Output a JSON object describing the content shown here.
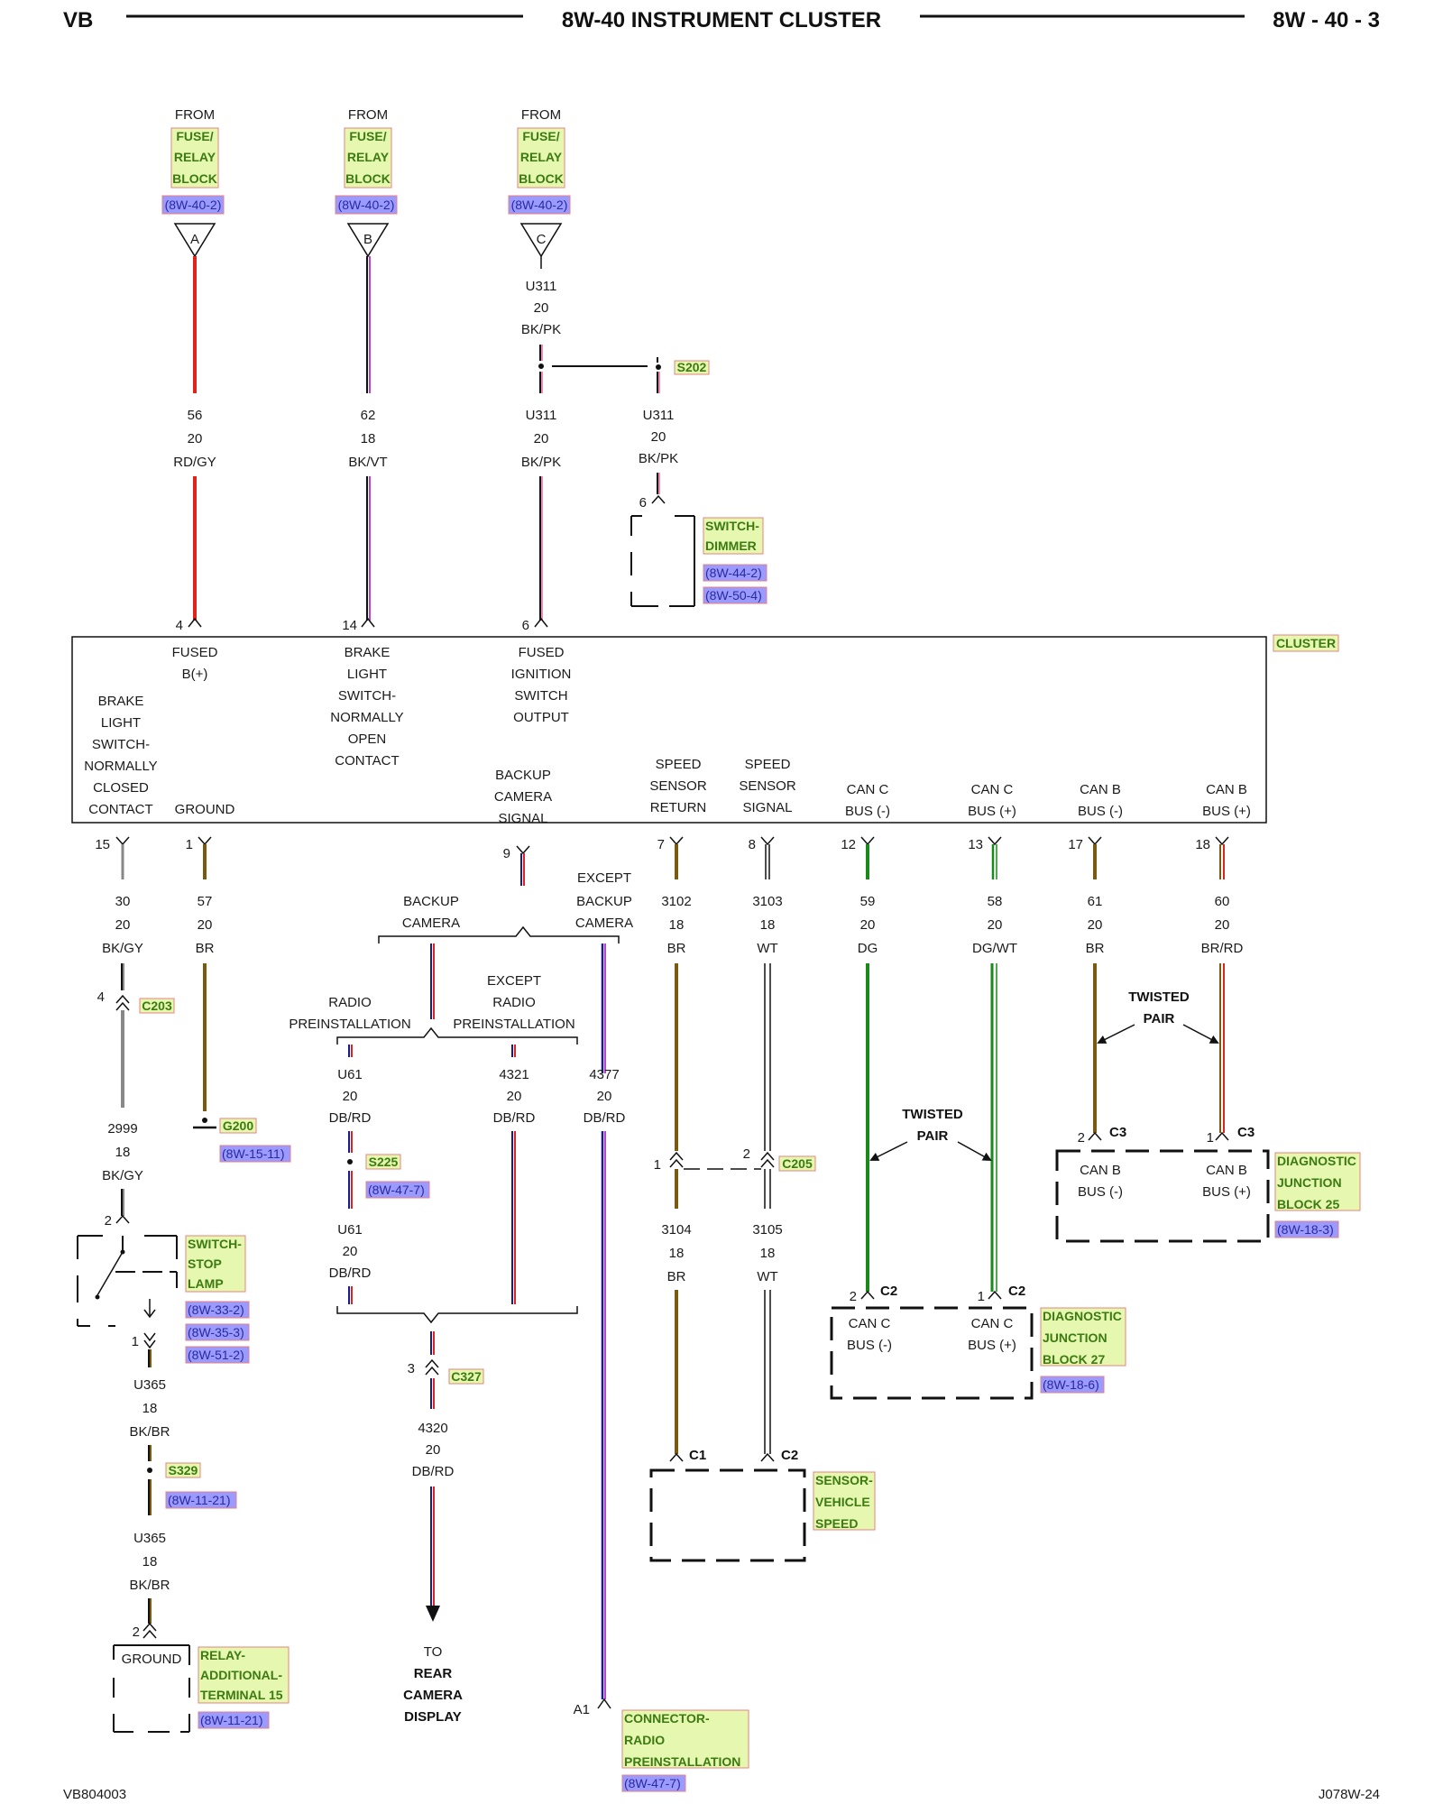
{
  "header": {
    "left": "VB",
    "title": "8W-40 INSTRUMENT CLUSTER",
    "right": "8W - 40 - 3"
  },
  "footer": {
    "left": "VB804003",
    "right": "J078W-24"
  },
  "colors": {
    "red": "#e2231a",
    "violet": "#c040d0",
    "pink": "#f08ab0",
    "black": "#111111",
    "gray": "#8c8c8c",
    "brown": "#7a5a10",
    "green": "#1a8a1a",
    "darkblue": "#1a1a8a",
    "highlight_green": "#e6f7b0",
    "highlight_blue": "#9a9aff",
    "highlight_border": "#e88080"
  },
  "sources": [
    {
      "from": "FROM",
      "name_lines": [
        "FUSE/",
        "RELAY",
        "BLOCK"
      ],
      "ref": "(8W-40-2)",
      "letter": "A"
    },
    {
      "from": "FROM",
      "name_lines": [
        "FUSE/",
        "RELAY",
        "BLOCK"
      ],
      "ref": "(8W-40-2)",
      "letter": "B"
    },
    {
      "from": "FROM",
      "name_lines": [
        "FUSE/",
        "RELAY",
        "BLOCK"
      ],
      "ref": "(8W-40-2)",
      "letter": "C"
    }
  ],
  "top_wires": [
    {
      "circuit": "56",
      "gauge": "20",
      "color": "RD/GY",
      "pin": "4"
    },
    {
      "circuit": "62",
      "gauge": "18",
      "color": "BK/VT",
      "pin": "14"
    },
    {
      "circuit": "U311",
      "gauge": "20",
      "color": "BK/PK",
      "pin": "6"
    }
  ],
  "u311_upper": {
    "circuit": "U311",
    "gauge": "20",
    "color": "BK/PK"
  },
  "splice_s202": "S202",
  "u311_branch": {
    "circuit": "U311",
    "gauge": "20",
    "color": "BK/PK",
    "pin": "6"
  },
  "switch_dimmer": {
    "name_lines": [
      "SWITCH-",
      "DIMMER"
    ],
    "refs": [
      "(8W-44-2)",
      "(8W-50-4)"
    ]
  },
  "cluster": {
    "name": "CLUSTER",
    "top_labels": [
      [
        "FUSED",
        "B(+)"
      ],
      [
        "BRAKE",
        "LIGHT",
        "SWITCH-",
        "NORMALLY",
        "OPEN",
        "CONTACT"
      ],
      [
        "FUSED",
        "IGNITION",
        "SWITCH",
        "OUTPUT"
      ]
    ],
    "bottom_labels": [
      [
        "BRAKE",
        "LIGHT",
        "SWITCH-",
        "NORMALLY",
        "CLOSED",
        "CONTACT"
      ],
      [
        "GROUND"
      ],
      [
        "BACKUP",
        "CAMERA",
        "SIGNAL"
      ],
      [
        "SPEED",
        "SENSOR",
        "RETURN"
      ],
      [
        "SPEED",
        "SENSOR",
        "SIGNAL"
      ],
      [
        "CAN C",
        "BUS (-)"
      ],
      [
        "CAN C",
        "BUS (+)"
      ],
      [
        "CAN B",
        "BUS (-)"
      ],
      [
        "CAN B",
        "BUS (+)"
      ]
    ]
  },
  "bottom_pins": [
    "15",
    "1",
    "9",
    "7",
    "8",
    "12",
    "13",
    "17",
    "18"
  ],
  "bottom_wires": [
    {
      "circuit": "30",
      "gauge": "20",
      "color": "BK/GY"
    },
    {
      "circuit": "57",
      "gauge": "20",
      "color": "BR"
    },
    {
      "circuit": "3102",
      "gauge": "18",
      "color": "BR"
    },
    {
      "circuit": "3103",
      "gauge": "18",
      "color": "WT"
    },
    {
      "circuit": "59",
      "gauge": "20",
      "color": "DG"
    },
    {
      "circuit": "58",
      "gauge": "20",
      "color": "DG/WT"
    },
    {
      "circuit": "61",
      "gauge": "20",
      "color": "BR"
    },
    {
      "circuit": "60",
      "gauge": "20",
      "color": "BR/RD"
    }
  ],
  "c203": {
    "pin": "4",
    "name": "C203"
  },
  "wire_2999": {
    "circuit": "2999",
    "gauge": "18",
    "color": "BK/GY"
  },
  "g200": {
    "name": "G200",
    "ref": "(8W-15-11)"
  },
  "switch_stop_lamp": {
    "pin_top": "2",
    "pin_bottom": "1",
    "name_lines": [
      "SWITCH-",
      "STOP",
      "LAMP"
    ],
    "refs": [
      "(8W-33-2)",
      "(8W-35-3)",
      "(8W-51-2)"
    ]
  },
  "wire_u365_a": {
    "circuit": "U365",
    "gauge": "18",
    "color": "BK/BR"
  },
  "s329": {
    "name": "S329",
    "ref": "(8W-11-21)"
  },
  "wire_u365_b": {
    "circuit": "U365",
    "gauge": "18",
    "color": "BK/BR"
  },
  "relay": {
    "pin": "2",
    "inner": "GROUND",
    "name_lines": [
      "RELAY-",
      "ADDITIONAL-",
      "TERMINAL 15"
    ],
    "ref": "(8W-11-21)"
  },
  "backup": {
    "backup_camera": [
      "BACKUP",
      "CAMERA"
    ],
    "except_backup_camera": [
      "EXCEPT",
      "BACKUP",
      "CAMERA"
    ],
    "radio_pre": [
      "RADIO",
      "PREINSTALLATION"
    ],
    "except_radio_pre": [
      "EXCEPT",
      "RADIO",
      "PREINSTALLATION"
    ]
  },
  "wire_u61_a": {
    "circuit": "U61",
    "gauge": "20",
    "color": "DB/RD"
  },
  "wire_4321": {
    "circuit": "4321",
    "gauge": "20",
    "color": "DB/RD"
  },
  "wire_4377": {
    "circuit": "4377",
    "gauge": "20",
    "color": "DB/RD"
  },
  "s225": {
    "name": "S225",
    "ref": "(8W-47-7)"
  },
  "wire_u61_b": {
    "circuit": "U61",
    "gauge": "20",
    "color": "DB/RD"
  },
  "c327": {
    "pin": "3",
    "name": "C327"
  },
  "wire_4320": {
    "circuit": "4320",
    "gauge": "20",
    "color": "DB/RD"
  },
  "rear_camera": {
    "to": "TO",
    "lines": [
      "REAR",
      "CAMERA",
      "DISPLAY"
    ]
  },
  "connector_radio": {
    "pin": "A1",
    "name_lines": [
      "CONNECTOR-",
      "RADIO",
      "PREINSTALLATION"
    ],
    "ref": "(8W-47-7)"
  },
  "c205": {
    "pin_left": "1",
    "pin_right": "2",
    "name": "C205"
  },
  "wire_3104": {
    "circuit": "3104",
    "gauge": "18",
    "color": "BR"
  },
  "wire_3105": {
    "circuit": "3105",
    "gauge": "18",
    "color": "WT"
  },
  "sensor": {
    "c1": "C1",
    "c2": "C2",
    "name_lines": [
      "SENSOR-",
      "VEHICLE",
      "SPEED"
    ]
  },
  "twisted_pair": [
    "TWISTED",
    "PAIR"
  ],
  "djb27": {
    "pin_left": "2",
    "pin_right": "1",
    "conn": "C2",
    "bus_minus": [
      "CAN C",
      "BUS (-)"
    ],
    "bus_plus": [
      "CAN C",
      "BUS (+)"
    ],
    "name_lines": [
      "DIAGNOSTIC",
      "JUNCTION",
      "BLOCK 27"
    ],
    "ref": "(8W-18-6)"
  },
  "djb25": {
    "pin_left": "2",
    "pin_right": "1",
    "conn": "C3",
    "bus_minus": [
      "CAN B",
      "BUS (-)"
    ],
    "bus_plus": [
      "CAN B",
      "BUS (+)"
    ],
    "name_lines": [
      "DIAGNOSTIC",
      "JUNCTION",
      "BLOCK 25"
    ],
    "ref": "(8W-18-3)"
  }
}
